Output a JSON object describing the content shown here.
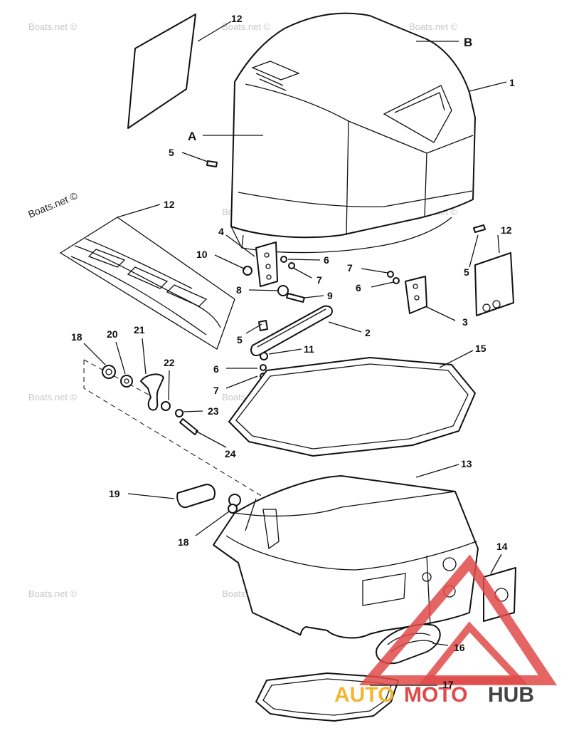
{
  "watermark": "Boats.net ©",
  "watermark_dark": "Boats.net ©",
  "logo": {
    "part_a": "AUTO",
    "part_b": "MOTO",
    "part_c": "HUB",
    "color_a": "#f2b632",
    "color_b": "#e04a4a",
    "color_c": "#444444"
  },
  "callouts": {
    "c1": "1",
    "c2": "2",
    "c3": "3",
    "c4": "4",
    "c5a": "5",
    "c5b": "5",
    "c5c": "5",
    "c6a": "6",
    "c6b": "6",
    "c6c": "6",
    "c7a": "7",
    "c7b": "7",
    "c7c": "7",
    "c8": "8",
    "c9": "9",
    "c10": "10",
    "c11": "11",
    "c12a": "12",
    "c12b": "12",
    "c12c": "12",
    "c13": "13",
    "c14": "14",
    "c15": "15",
    "c16": "16",
    "c17": "17",
    "c18a": "18",
    "c18b": "18",
    "c19": "19",
    "c20": "20",
    "c21": "21",
    "c22": "22",
    "c23": "23",
    "c24": "24",
    "cA": "A",
    "cB": "B"
  }
}
